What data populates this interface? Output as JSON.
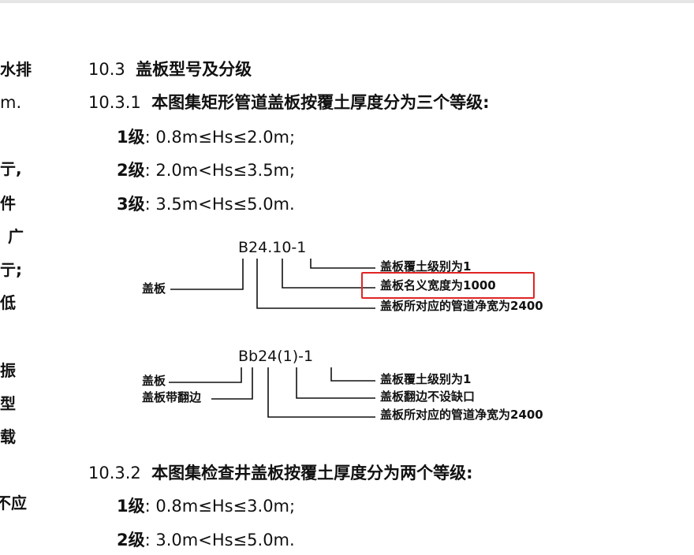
{
  "left_column": [
    "水排",
    "m.",
    "亍,",
    "件",
    "广",
    "亍;",
    "低",
    "振",
    "型",
    "载",
    "不应"
  ],
  "section": {
    "number": "10.3",
    "title": "盖板型号及分级",
    "sub1": {
      "number": "10.3.1",
      "text": "本图集矩形管道盖板按覆土厚度分为三个等级:",
      "levels": [
        {
          "name": "1级",
          "range": ": 0.8m≤Hs≤2.0m;"
        },
        {
          "name": "2级",
          "range": ": 2.0m<Hs≤3.5m;"
        },
        {
          "name": "3级",
          "range": ": 3.5m<Hs≤5.0m."
        }
      ]
    },
    "sub2": {
      "number": "10.3.2",
      "text": "本图集检查井盖板按覆土厚度分为两个等级:",
      "levels": [
        {
          "name": "1级",
          "range": ": 0.8m≤Hs≤3.0m;"
        },
        {
          "name": "2级",
          "range": ": 3.0m<Hs≤5.0m."
        }
      ]
    }
  },
  "diagram1": {
    "code": "B24.10-1",
    "left_label": "盖板",
    "right_labels": [
      "盖板覆土级别为1",
      "盖板名义宽度为1000",
      "盖板所对应的管道净宽为2400"
    ]
  },
  "diagram2": {
    "code": "Bb24(1)-1",
    "left_labels": [
      "盖板",
      "盖板带翻边"
    ],
    "right_labels": [
      "盖板覆土级别为1",
      "盖板翻边不设缺口",
      "盖板所对应的管道净宽为2400"
    ]
  },
  "colors": {
    "highlight": "#e02424",
    "text": "#111111",
    "topbar": "#e6e6e6"
  }
}
